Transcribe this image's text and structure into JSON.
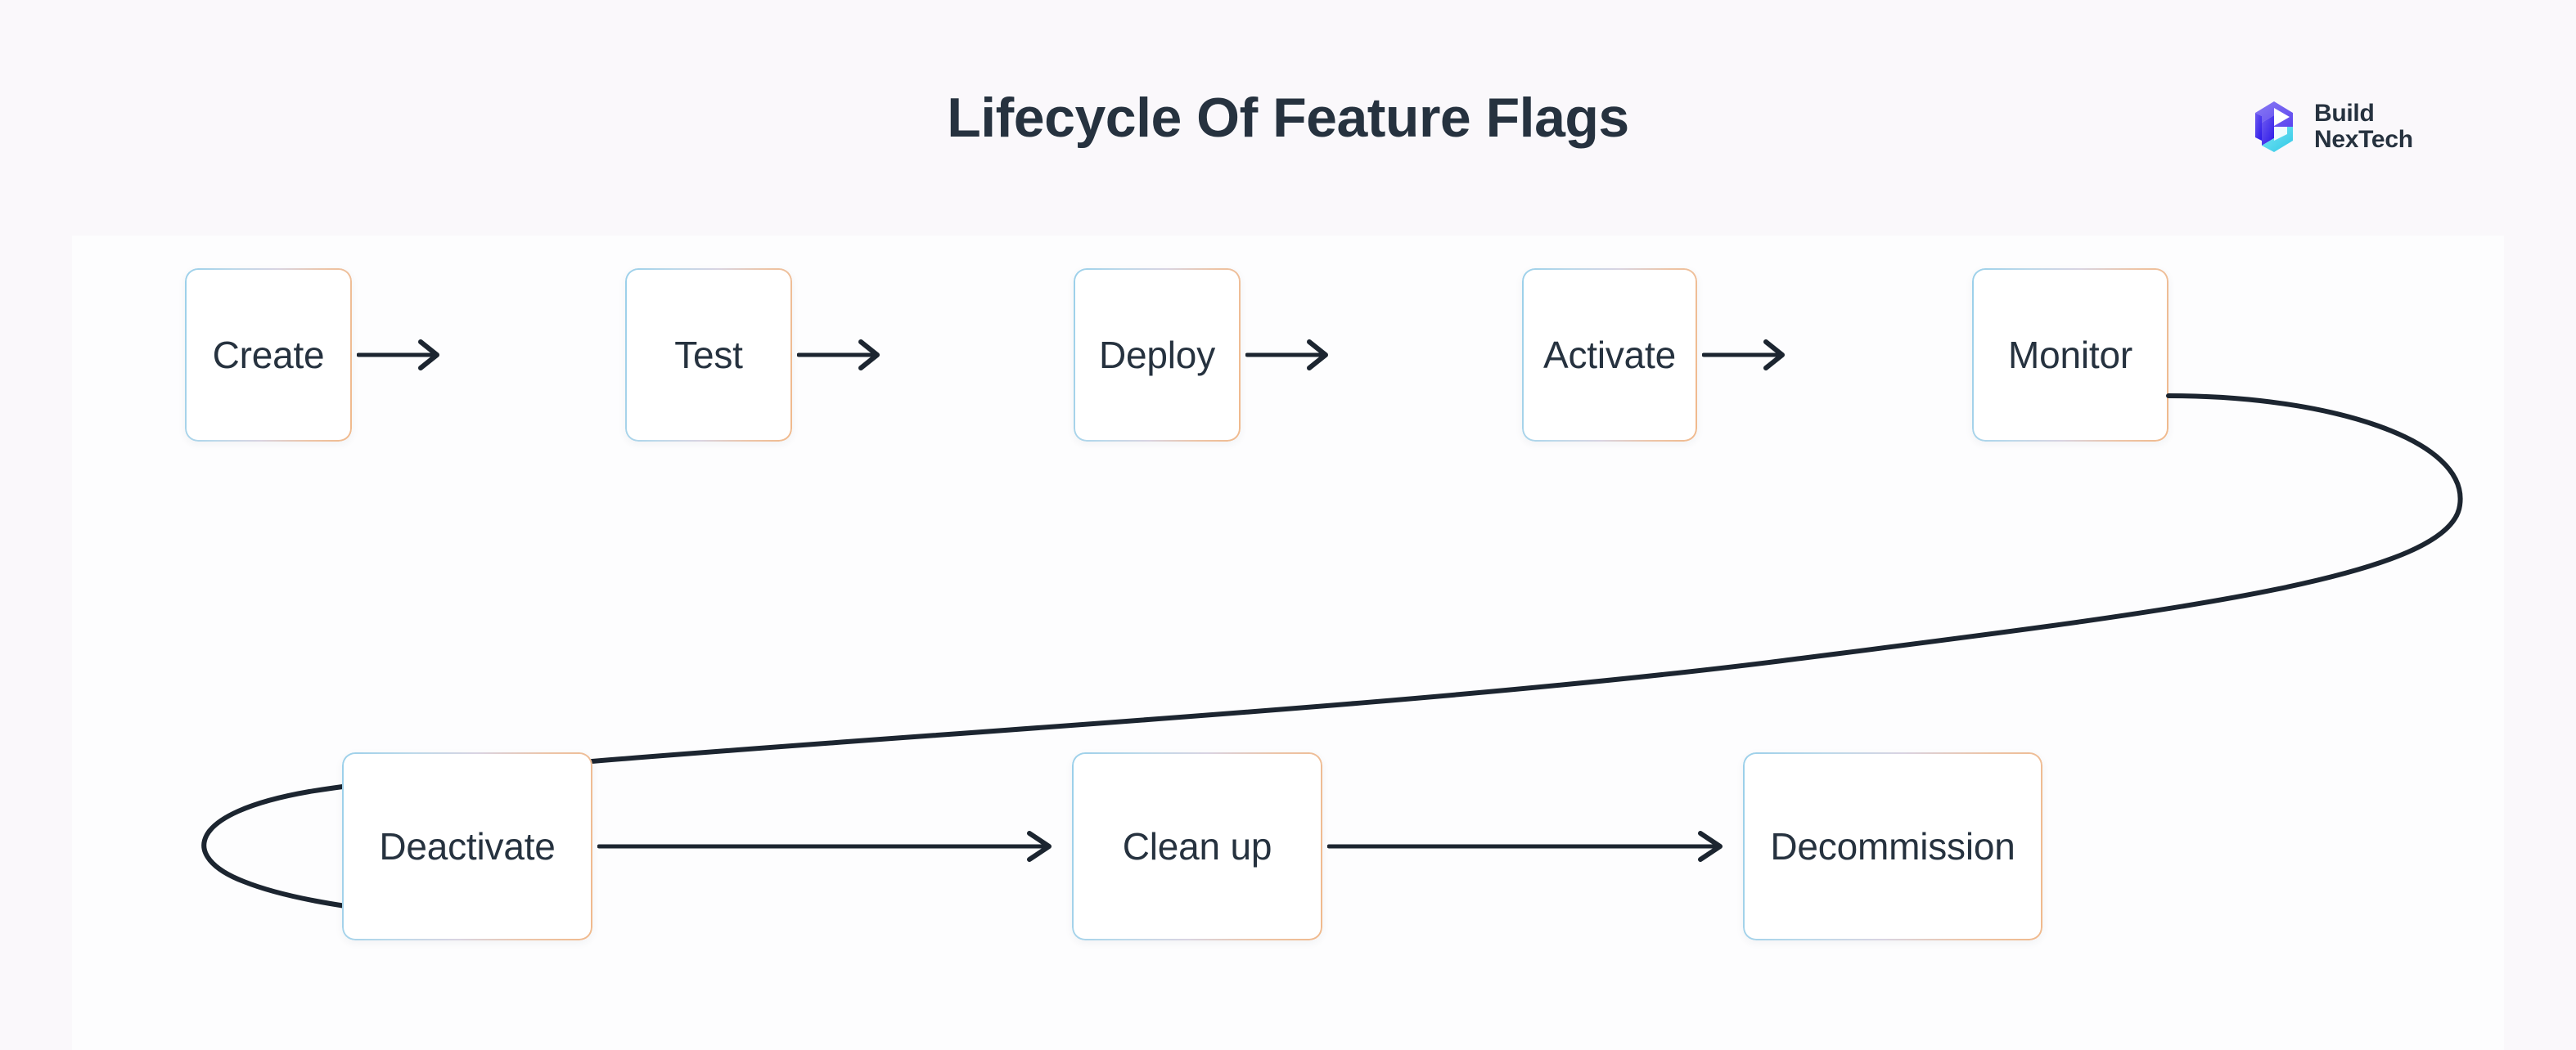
{
  "page": {
    "title": "Lifecycle Of Feature Flags",
    "background_color": "#faf8fb",
    "panel_color": "#fdfdfe",
    "text_color": "#26323f"
  },
  "brand": {
    "name_line1": "Build",
    "name_line2": "NexTech",
    "mark_name": "buildnextech-hexagon-b-logo",
    "colors": {
      "purple": "#6f5bf0",
      "deep_blue": "#2b18e8",
      "violet": "#8b7cf3",
      "cyan": "#3fd8ef",
      "light_cyan": "#7fe6f5"
    }
  },
  "diagram": {
    "type": "flowchart",
    "node_border_gradient": {
      "from": "#9bd0ea",
      "mid": "#d9d4e2",
      "to": "#f0b98c"
    },
    "arrow_color": "#1c2530",
    "rows": [
      {
        "name": "top-row",
        "nodes": [
          {
            "id": "create",
            "label": "Create"
          },
          {
            "id": "test",
            "label": "Test"
          },
          {
            "id": "deploy",
            "label": "Deploy"
          },
          {
            "id": "activate",
            "label": "Activate"
          },
          {
            "id": "monitor",
            "label": "Monitor"
          }
        ]
      },
      {
        "name": "bottom-row",
        "nodes": [
          {
            "id": "deactivate",
            "label": "Deactivate"
          },
          {
            "id": "cleanup",
            "label": "Clean up"
          },
          {
            "id": "decommission",
            "label": "Decommission"
          }
        ]
      }
    ],
    "connections": [
      {
        "from": "create",
        "to": "test",
        "style": "straight-arrow"
      },
      {
        "from": "test",
        "to": "deploy",
        "style": "straight-arrow"
      },
      {
        "from": "deploy",
        "to": "activate",
        "style": "straight-arrow"
      },
      {
        "from": "activate",
        "to": "monitor",
        "style": "straight-arrow"
      },
      {
        "from": "monitor",
        "to": "deactivate",
        "style": "curved-loop-arrow"
      },
      {
        "from": "deactivate",
        "to": "cleanup",
        "style": "straight-arrow"
      },
      {
        "from": "cleanup",
        "to": "decommission",
        "style": "straight-arrow"
      }
    ]
  }
}
